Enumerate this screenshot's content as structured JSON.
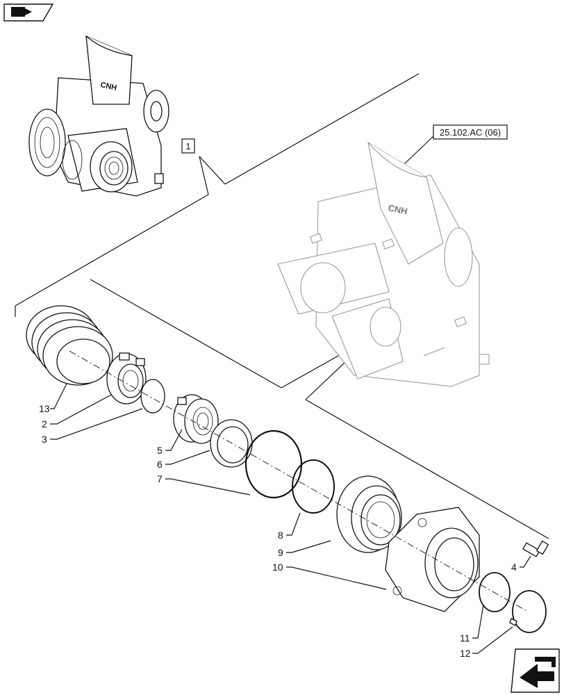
{
  "reference_box": "1",
  "reference_code": "25.102.AC (06)",
  "callouts": [
    "13",
    "2",
    "3",
    "5",
    "6",
    "7",
    "8",
    "9",
    "10",
    "4",
    "11",
    "12"
  ],
  "logo_text": "CNH",
  "icons": {
    "top_left": "book-arrow-icon",
    "bottom_right": "page-arrow-icon"
  }
}
